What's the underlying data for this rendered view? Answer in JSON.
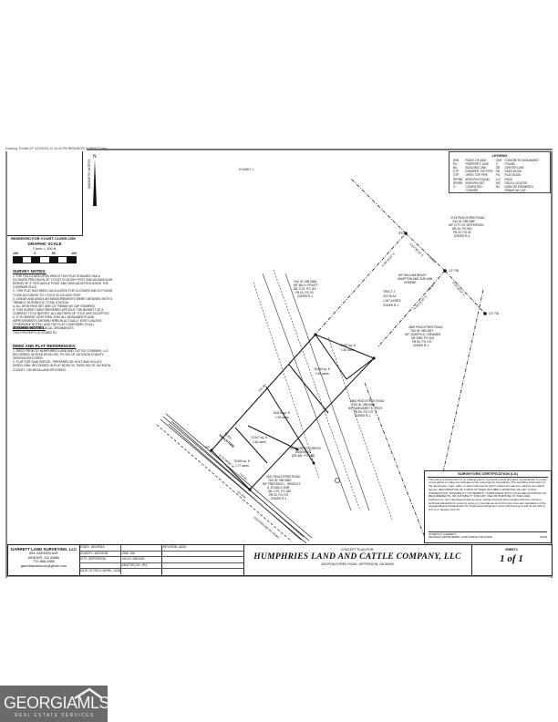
{
  "document": {
    "file_path": "Drawing: Exhibit-A7 2/10/2023 12:34:43 PM BRANDON GARRETT.dwg",
    "exhibit_label": "EXHIBIT 1",
    "north_label": "MAGNETIC NORTH",
    "north_letter": "N",
    "recorder_label": "RESERVED FOR COURT CLERK USE"
  },
  "graphic_scale": {
    "title": "GRAPHIC SCALE",
    "subtitle": "1 inch = 100 ft.",
    "ticks": [
      "100",
      "0",
      "50",
      "100"
    ]
  },
  "legend": {
    "title": "LEGEND",
    "col1_codes": [
      "R/W",
      "P/L",
      "B/L",
      "CTP",
      "OTP",
      "IPF/RB",
      "IPS/RB",
      "O"
    ],
    "col1_desc": [
      "RIGHT-OF-WAY",
      "PROPERTY LINE",
      "BUILDING LINE",
      "CRIMPED TOP PIPE",
      "OPEN TOP PIPE",
      "IRON PIN FOUND",
      "IRON PIN SET",
      "COMPUTED CORNER"
    ],
    "col2_codes": [
      "CMF",
      "Ⓒ",
      "DB",
      "PB",
      "PG",
      "LLF",
      "N/F",
      "RC",
      "RB"
    ],
    "col2_desc": [
      "CONCRETE MONUMENT FOUND",
      "CENTER LINE",
      "DEED BOOK",
      "PLAT BOOK",
      "PAGE",
      "FIELD LOCATED",
      "NOW OR FORMERLY",
      "REBAR W/ CAP",
      "REBAR"
    ]
  },
  "notes": {
    "survey_title": "SURVEY NOTES:",
    "survey_items": [
      "1. THE FIELD DATA UPON WHICH THIS PLAT IS BASED HAS A CLOSURE PRECISION OF 1 FOOT IN 18,000+ FEET AND AN ANGULAR ERROR OF 3\" PER ANGLE POINT AND WAS ADJUSTED USING THE COMPASS RULE.",
      "2. THIS PLAT HAS BEEN CALCULATED FOR CLOSURE AND IS FOUND TO BE ACCURATE TO 1 FOOT IN 100,000+ FEET.",
      "3. LINEAR AND ANGULAR MEASUREMENTS WERE OBTAINED WITH A TRIMBLE S6 ROBOTIC TOTAL STATION.",
      "4. ALL IRON PINS SET ARE 1/2\" REBAR W/ CAP STAMPED.",
      "5. THIS SURVEY WAS PREPARED WITHOUT THE BENEFIT OF A CURRENT TITLE REPORT. ALL MATTERS OF TITLE ARE EXCEPTED.",
      "6. IT IS HEREBY CERTIFIED THAT ALL MONUMENTS AND IMPROVEMENTS SHOWN HEREON ACTUALLY EXIST UNLESS OTHERWISE NOTED, AND THE PLAT CONFORMS TO ALL REQUIREMENTS OF LOCAL ORDINANCES."
    ],
    "zoning_title": "ZONING NOTES:",
    "zoning_items": [
      "THIS PROPERTY IS ZONED R1"
    ],
    "deed_title": "DEED AND PLAT REFERENCES:",
    "deed_items": [
      "1. DEED FROM TO HUMPHRIES LAND AND CATTLE COMPANY, LLC RECORDED IN DEED BOOK 000, PG 000 OF JACKSON COUNTY, GEORGIA RECORDS.",
      "2. PLAT FOR SAID PARCEL, PREPARED BY HOLT AND HOLLEY, DATED 1996, RECORDED IN PLAT BOOK 00, PAGE 000 OF JACKSON COUNTY, GEORGIA LAND RECORDS."
    ]
  },
  "plan": {
    "tract_label": "TRACT 2",
    "tract_info": [
      "20.076 AC",
      "1,067 ACRES",
      "ZONED R-1"
    ],
    "lots": [
      {
        "area": "70,657 sq. ft.",
        "acres": "1.62 acres"
      },
      {
        "area": "78,450 sq. ft.",
        "acres": "1.80 acres"
      },
      {
        "area": "83,810 sq. ft.",
        "acres": "1.92 acres"
      },
      {
        "area": "71,627 sq. ft.",
        "acres": "1.64 acres"
      },
      {
        "area": "76,960 sq. ft.",
        "acres": "1.77 acres"
      }
    ],
    "adjoiners": [
      {
        "lines": [
          "TAX ID: 098 008A",
          "N/F BILLY PRUITT",
          "DB 1722, PG 367",
          "PB 00, PG 00",
          "ZONED R-1"
        ]
      },
      {
        "lines": [
          "2715 PEACHTREE ROAD",
          "TAX ID: 098 008F",
          "N/F CITY OF JEFFERSON",
          "DB 00, PG 000",
          "PB 00, PG 00",
          "ZONED R-3"
        ]
      },
      {
        "lines": [
          "N/F WILLIAM BRADY",
          "HAMPTON AND SUE ANN",
          "GREENE"
        ]
      },
      {
        "lines": [
          "2669 PEACHTREE ROAD",
          "TAX ID: 098 008T",
          "N/F JOSEPH A. CREAMER",
          "DB 3380, PG 504",
          "PB 80, PG 170",
          "ZONED R-1"
        ]
      },
      {
        "lines": [
          "2683 PEACHTREE ROAD",
          "TAX ID: 098 008Y",
          "N/F MARGARET E. PECK",
          "PB 80, PG 170",
          "ZONED R-1"
        ]
      },
      {
        "lines": [
          "2611 PEACHTREE ROAD",
          "TAX ID: 098 008X",
          "N/F FREDRICK L. HENSLEY",
          "& JO ANN CONE",
          "DB 1722, PG 360",
          "PB 00, PG 170",
          "ZONED R-1"
        ]
      }
    ],
    "easement_label": [
      "20' INGRESS-EGRESS",
      "EASEMENT",
      "(DB 381, PG 188)"
    ],
    "road_label": [
      "PEACHTREE",
      "ROAD",
      "80' R/W"
    ],
    "road_centerline": "CENTERLINE OF ROAD",
    "pin_labels": [
      "IPS",
      "1/2\" RB",
      "1/2\" RB",
      "IPF",
      "IPF"
    ],
    "bearings": [
      "S 51°39'18\" E",
      "306.18'",
      "N 39°32'14\" E",
      "1043.54'",
      "S 45°36'04\" E",
      "218.27'",
      "N 38°25'16\" E",
      "935.86'",
      "S 39°32'14\" W",
      "751.38'",
      "N 51°38'56\" W",
      "210.00'"
    ]
  },
  "certification": {
    "title": "SURVEYORS CERTIFICATION (LS)",
    "body": "This plat is a retracement of an existing parcel or parcels of land and does not subdivide or create a new parcel or make any changes to any real property boundaries. The recording information of the documents, maps, plats, or other instruments which created the parcel or parcels are stated hereon. RECORDATION OF THIS PLAT DOES NOT IMPLY APPROVAL OF ANY LOCAL JURISDICTION, AVAILABILITY OF PERMITS, COMPLIANCE WITH LOCAL REGULATIONS OR REQUIREMENTS, OR SUITABILITY FOR ANY USE OR PURPOSE OF THE LAND. Furthermore, the undersigned land surveyor certifies that this plat complies with the minimum technical standards for property surveys in Georgia as set forth in the rules and regulations of the Georgia Board of Registration for Professional Engineers and Land Surveyors and as set forth in O.C.G.A. Section 15-6-67.",
    "signer": "JOSEPH P. GARRETT",
    "registration": "GEORGIA REGISTERED LAND SURVEYOR #3156",
    "date_label": "DATE"
  },
  "title_block": {
    "company": {
      "name": "GARRETT LAND SURVEYING, LLC",
      "address1": "854 GARDEN AVE",
      "address2": "WINDER, GA 30680",
      "phone": "770-866-0856",
      "email": "garrettlandsurvey@gmail.com"
    },
    "info_rows": [
      [
        "STATE: GEORGIA",
        ""
      ],
      [
        "COUNTY: JACKSON",
        "GMD: 246"
      ],
      [
        "CITY: JEFFERSON",
        "TAX ID: 098 008F"
      ],
      [
        "",
        "DRAFTED BY: JPG"
      ],
      [
        "DATE OF FIELD WORK: 10/18/2019",
        ""
      ]
    ],
    "revision_label": "REVISION: ADD#",
    "concept_label": "CONCEPT PLAN FOR:",
    "project_name": "HUMPHRIES LAND AND CATTLE COMPANY, LLC",
    "project_address": "325 PEACHTREE ROAD, JEFFERSON, GA  30549",
    "sheet_label": "SHEET#",
    "sheet_value": "1 of 1"
  },
  "watermark": {
    "brand_light": "GEORGIA",
    "brand_bold": "MLS",
    "tagline": "REAL ESTATE SERVICES",
    "bg_color": "#6a6a6a"
  }
}
